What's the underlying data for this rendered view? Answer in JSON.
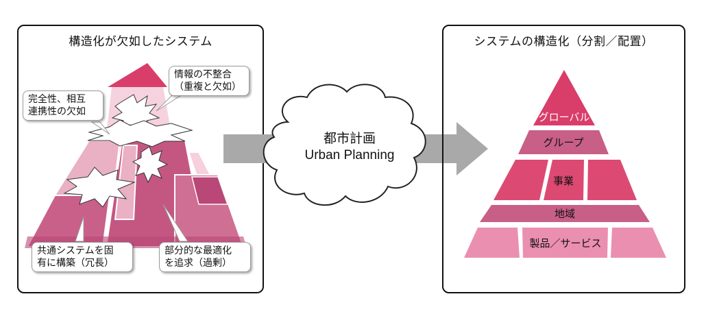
{
  "left": {
    "title": "構造化が欠如したシステム",
    "callouts": {
      "inconsistency": [
        "情報の不整合",
        "（重複と欠如）"
      ],
      "completeness": [
        "完全性、相互",
        "連携性の欠如"
      ],
      "common_system": [
        "共通システムを固",
        "有に構築（冗長）"
      ],
      "partial_opt": [
        "部分的な最適化",
        "を追求（過剰）"
      ]
    }
  },
  "center": {
    "title": "都市計画",
    "subtitle": "Urban Planning"
  },
  "right": {
    "title": "システムの構造化（分割／配置）",
    "levels": [
      "グローバル",
      "グループ",
      "事業",
      "地域",
      "製品／サービス"
    ]
  },
  "colors": {
    "deep": "#d93d6a",
    "mid": "#c85f86",
    "light": "#eb8fb0",
    "pale": "#f2c3d3",
    "arrow": "#a9a9a9"
  }
}
